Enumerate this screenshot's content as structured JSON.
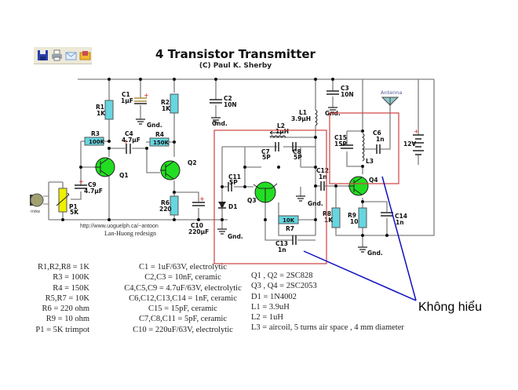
{
  "toolbar": {
    "buttons": [
      {
        "icon": "save-icon",
        "color": "#2b3fa8"
      },
      {
        "icon": "print-icon",
        "color": "#9aa3ad"
      },
      {
        "icon": "email-icon",
        "color": "#6fa0d8"
      },
      {
        "icon": "open-icon",
        "color": "#e0a020"
      }
    ]
  },
  "header": {
    "title": "4 Transistor Transmitter",
    "subtitle": "(C) Paul K. Sherby"
  },
  "schematic": {
    "colors": {
      "wire": "#808080",
      "resistor": "#66d6e0",
      "transistor": "#22dd22",
      "highlight_box": "#d04040",
      "annotation_line": "#1010c0",
      "potentiometer": "#f0f000",
      "polarity": "#cc2020",
      "antenna": "#8cc8cc"
    },
    "components": {
      "C1": {
        "name": "C1",
        "value": "1µF"
      },
      "C2": {
        "name": "C2",
        "value": "10N"
      },
      "C3": {
        "name": "C3",
        "value": "10N"
      },
      "C4": {
        "name": "C4",
        "value": "4.7µF"
      },
      "C6": {
        "name": "C6",
        "value": "1n"
      },
      "C7": {
        "name": "C7",
        "value": "5P"
      },
      "C8": {
        "name": "C8",
        "value": "5P"
      },
      "C9": {
        "name": "C9",
        "value": "4.7µF"
      },
      "C10": {
        "name": "C10",
        "value": "220µF"
      },
      "C11": {
        "name": "C11",
        "value": "5P"
      },
      "C12": {
        "name": "C12",
        "value": "1n"
      },
      "C13": {
        "name": "C13",
        "value": "1n"
      },
      "C14": {
        "name": "C14",
        "value": "1n"
      },
      "C15": {
        "name": "C15",
        "value": "15P"
      },
      "R1": {
        "name": "R1",
        "value": "1K"
      },
      "R2": {
        "name": "R2",
        "value": "1K"
      },
      "R3": {
        "name": "R3",
        "value": "100K"
      },
      "R4": {
        "name": "R4",
        "value": "150K"
      },
      "R6": {
        "name": "R6",
        "value": "220"
      },
      "R7": {
        "name": "R7",
        "value": "10K"
      },
      "R8": {
        "name": "R8",
        "value": "1K"
      },
      "R9": {
        "name": "R9",
        "value": "10"
      },
      "L1": {
        "name": "L1",
        "value": "3.9µH"
      },
      "L2": {
        "name": "L2",
        "value": "1µH"
      },
      "L3": {
        "name": "L3"
      },
      "Q1": {
        "name": "Q1"
      },
      "Q2": {
        "name": "Q2"
      },
      "Q3": {
        "name": "Q3"
      },
      "Q4": {
        "name": "Q4"
      },
      "D1": {
        "name": "D1"
      },
      "P1": {
        "name": "P1",
        "value": "5K"
      },
      "battery": {
        "value": "12V"
      },
      "antenna": {
        "label": "Antenna"
      },
      "mic": {
        "label": "mike"
      }
    },
    "gnd_label": "Gnd.",
    "url": "http://www.uoguelph.ca/~antoon",
    "credit": "Lan-Huong redesign"
  },
  "annotation": {
    "text": "Không hiểu"
  },
  "parts_list": {
    "resistors": [
      "R1,R2,R8 = 1K",
      "R3 = 100K",
      "R4 = 150K",
      "R5,R7 = 10K",
      "R6 = 220 ohm",
      "R9 = 10 ohm",
      "P1 = 5K trimpot"
    ],
    "capacitors": [
      "C1 = 1uF/63V, electrolytic",
      "C2,C3 = 10nF, ceramic",
      "C4,C5,C9 = 4.7uF/63V, electrolytic",
      "C6,C12,C13,C14 = 1nF, ceramic",
      "C15 = 15pF, ceramic",
      "C7,C8,C11 = 5pF, ceramic",
      "C10 = 220uF/63V, electrolytic"
    ],
    "semiconductors": [
      "Q1 , Q2 = 2SC828",
      "Q3 , Q4 = 2SC2053",
      "D1 = 1N4002",
      "L1 = 3.9uH",
      "L2 = 1uH",
      "L3 = aircoil, 5 turns air space , 4 mm diameter"
    ]
  }
}
